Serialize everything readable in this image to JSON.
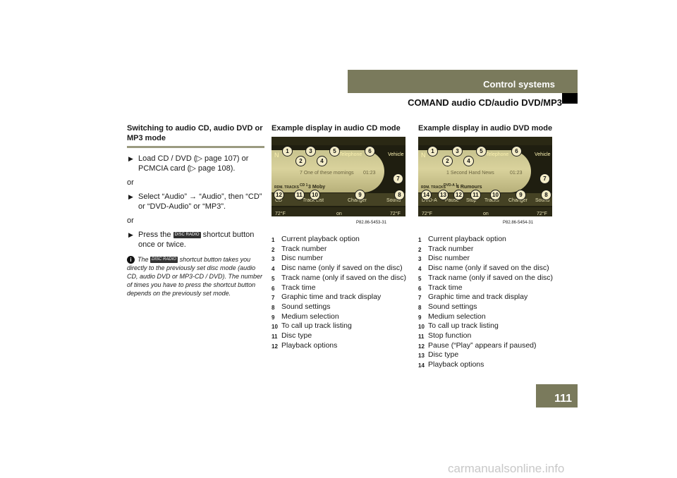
{
  "header": {
    "title": "Control systems",
    "subtitle": "COMAND audio CD/audio DVD/MP3",
    "page": "111"
  },
  "col1": {
    "heading": "Switching to audio CD, audio DVD or MP3 mode",
    "step1": "Load CD / DVD (▷ page 107) or PCMCIA card (▷ page 108).",
    "or1": "or",
    "step2": "Select “Audio” → “Audio”, then “CD” or “DVD-Audio” or “MP3”.",
    "or2": "or",
    "step3_pre": "Press the",
    "step3_post": "shortcut button once or twice.",
    "kbd": "DISC RADIO",
    "note_pre": "The",
    "note_post": "shortcut button takes you directly to the previously set disc mode (audio CD, audio DVD or MP3-CD / DVD). The number of times you have to press the shortcut button depends on the previously set mode."
  },
  "cd": {
    "heading": "Example display in audio CD mode",
    "screen": {
      "nav": "N",
      "telephone": "Telephone",
      "vehicle": "Vehicle",
      "track_title": "7 One of these mornings",
      "time": "01:23",
      "rdm": "RDM. TRACKS",
      "disc": "CD 1",
      "artist": "3   Moby",
      "menu": [
        "CD",
        "Track List",
        "Changer",
        "Sound"
      ],
      "foot": [
        "72°F",
        "on",
        "72°F"
      ]
    },
    "ref": "P82.86-5453-31",
    "legend": [
      "Current playback option",
      "Track number",
      "Disc number",
      "Disc name (only if saved on the disc)",
      "Track name (only if saved on the disc)",
      "Track time",
      "Graphic time and track display",
      "Sound settings",
      "Medium selection",
      "To call up track listing",
      "Disc type",
      "Playback options"
    ]
  },
  "dvd": {
    "heading": "Example display in audio DVD mode",
    "screen": {
      "nav": "N",
      "telephone": "Telephone",
      "vehicle": "Vehicle",
      "track_title": "1 Second Hand News",
      "time": "01:23",
      "rdm": "RDM. TRACKS",
      "disc": "DVD-A 1",
      "artist": "4   Rumours",
      "menu": [
        "DVD-A",
        "Pause",
        "Stop",
        "Tracks",
        "Changer",
        "Sound"
      ],
      "foot": [
        "72°F",
        "on",
        "72°F"
      ]
    },
    "ref": "P82.86-5454-31",
    "legend": [
      "Current playback option",
      "Track number",
      "Disc number",
      "Disc name (only if saved on the disc)",
      "Track name (only if saved on the disc)",
      "Track time",
      "Graphic time and track display",
      "Sound settings",
      "Medium selection",
      "To call up track listing",
      "Stop function",
      "Pause (“Play” appears if paused)",
      "Disc type",
      "Playback options"
    ]
  },
  "watermark": "carmanualsonline.info"
}
